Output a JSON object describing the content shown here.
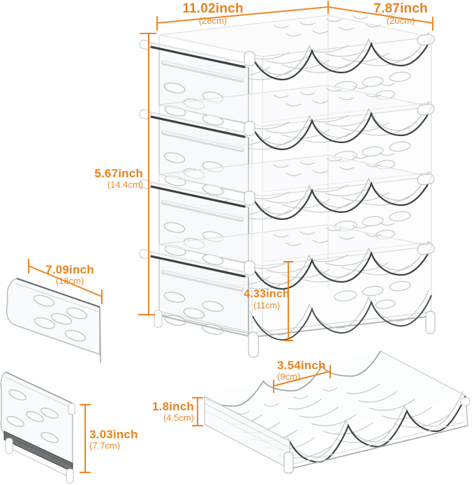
{
  "title": "Stackable bottle organizer dimension diagram",
  "colors": {
    "background": "#ffffff",
    "dimension_accent": "#E8821E",
    "line_light": "#c9cdd0",
    "line_dark": "#3d4247"
  },
  "pieces": {
    "main_stack": "stacked-bottle-organizer-4-tiers",
    "panel_large": "side-panel-with-holes-large",
    "panel_small": "side-panel-with-holes-small",
    "single_tray": "single-wavy-tray"
  },
  "dims": {
    "top_width": {
      "inch": "11.02inch",
      "cm": "(28cm)"
    },
    "top_depth": {
      "inch": "7.87inch",
      "cm": "(20cm)"
    },
    "stack_height": {
      "inch": "5.67inch",
      "cm": "(14.4cm)"
    },
    "panel_width": {
      "inch": "7.09inch",
      "cm": "(18cm)"
    },
    "inner_height": {
      "inch": "4.33inch",
      "cm": "(11cm)"
    },
    "slot_width": {
      "inch": "3.54inch",
      "cm": "(9cm)"
    },
    "tray_height": {
      "inch": "1.8inch",
      "cm": "(4.5cm)"
    },
    "panel_height": {
      "inch": "3.03inch",
      "cm": "(7.7cm)"
    }
  }
}
